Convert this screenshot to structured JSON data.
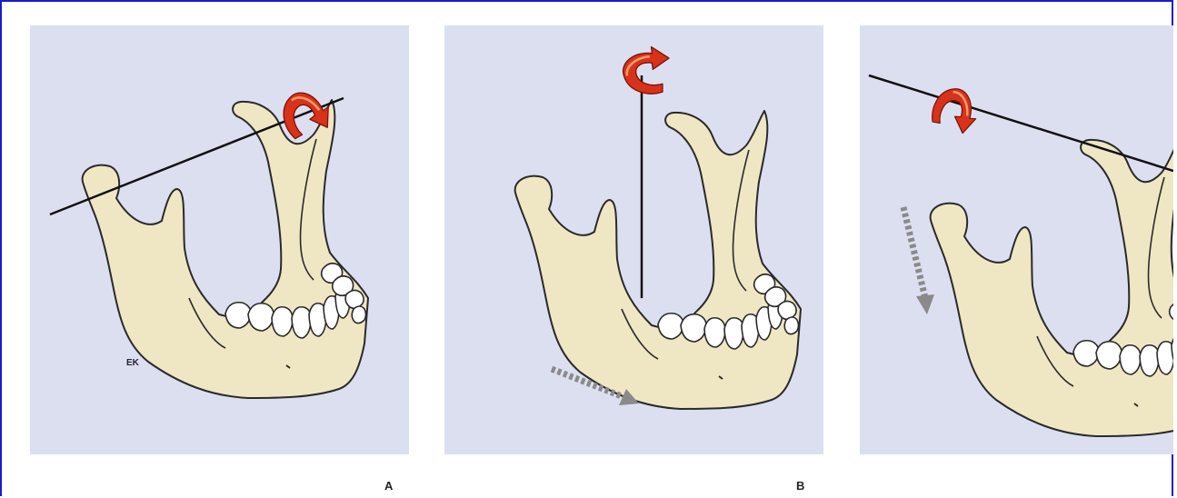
{
  "figure": {
    "panel_labels": {
      "a": "A",
      "b": "B"
    },
    "signature": "EK",
    "colors": {
      "frame": "#1a1acc",
      "panel_bg": "#dcdff0",
      "bone_fill": "#efe6c4",
      "bone_stroke": "#2a2a2a",
      "tooth_fill": "#ffffff",
      "axis_line": "#111111",
      "rotation_arrow": "#d8321a",
      "motion_arrow": "#8a8a8a"
    },
    "panels": [
      {
        "id": "panel-1",
        "axis": "horizontal-transverse",
        "rotation_arrow_icon": "curved-rotation-arrow-icon",
        "motion_arrow_icon": "none"
      },
      {
        "id": "panel-2",
        "axis": "vertical",
        "rotation_arrow_icon": "curved-rotation-arrow-icon",
        "motion_arrow_icon": "dashed-arrow-icon"
      },
      {
        "id": "panel-3",
        "axis": "sagittal-oblique",
        "rotation_arrow_icon": "curved-rotation-arrow-icon",
        "motion_arrow_icon": "dashed-arrow-icon"
      }
    ]
  }
}
